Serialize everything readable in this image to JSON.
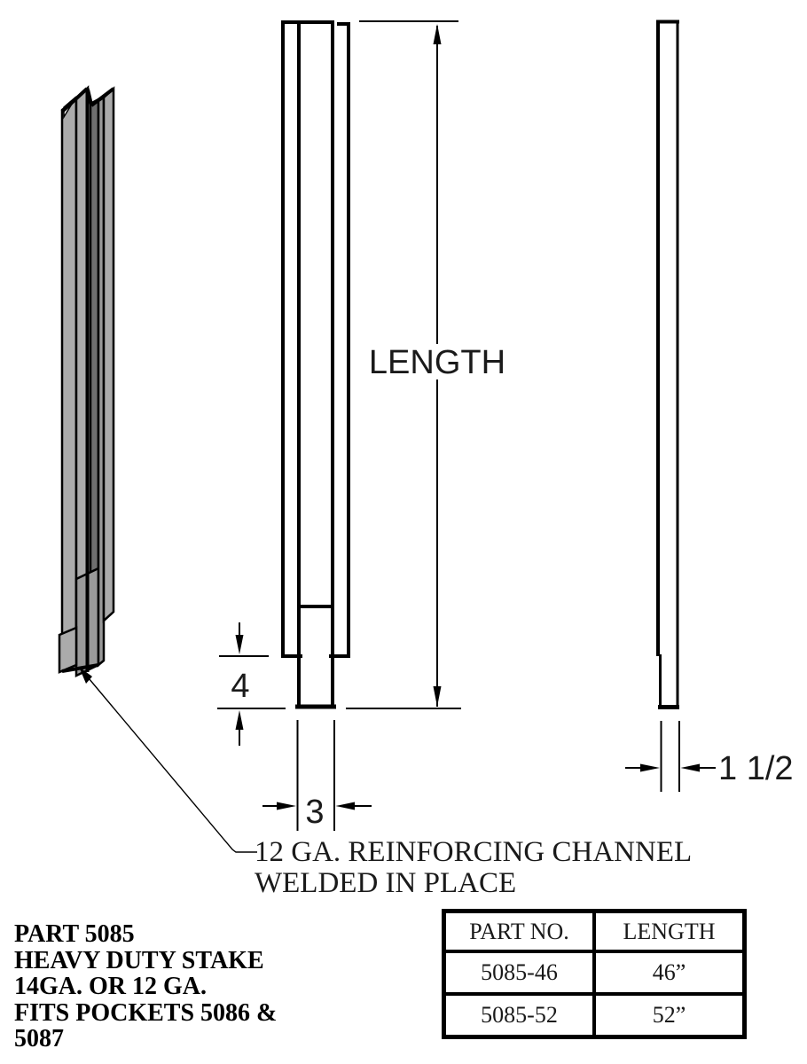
{
  "drawing": {
    "dimensions": {
      "length": "LENGTH",
      "protrusion": "4",
      "width": "3",
      "thickness": "1 1/2"
    },
    "annotation": {
      "line1": "12 GA. REINFORCING CHANNEL",
      "line2": "WELDED IN PLACE"
    }
  },
  "part_info": {
    "lines": [
      "PART 5085",
      "HEAVY DUTY STAKE",
      "14GA. OR 12 GA.",
      "FITS POCKETS 5086 &",
      "5087"
    ]
  },
  "table": {
    "headers": [
      "PART NO.",
      "LENGTH"
    ],
    "rows": [
      [
        "5085-46",
        "46”"
      ],
      [
        "5085-52",
        "52”"
      ]
    ]
  },
  "colors": {
    "line": "#000000",
    "background": "#ffffff",
    "iso_light": "#ababab",
    "iso_mid": "#9a9a9a",
    "iso_dark": "#6f6f6f"
  }
}
